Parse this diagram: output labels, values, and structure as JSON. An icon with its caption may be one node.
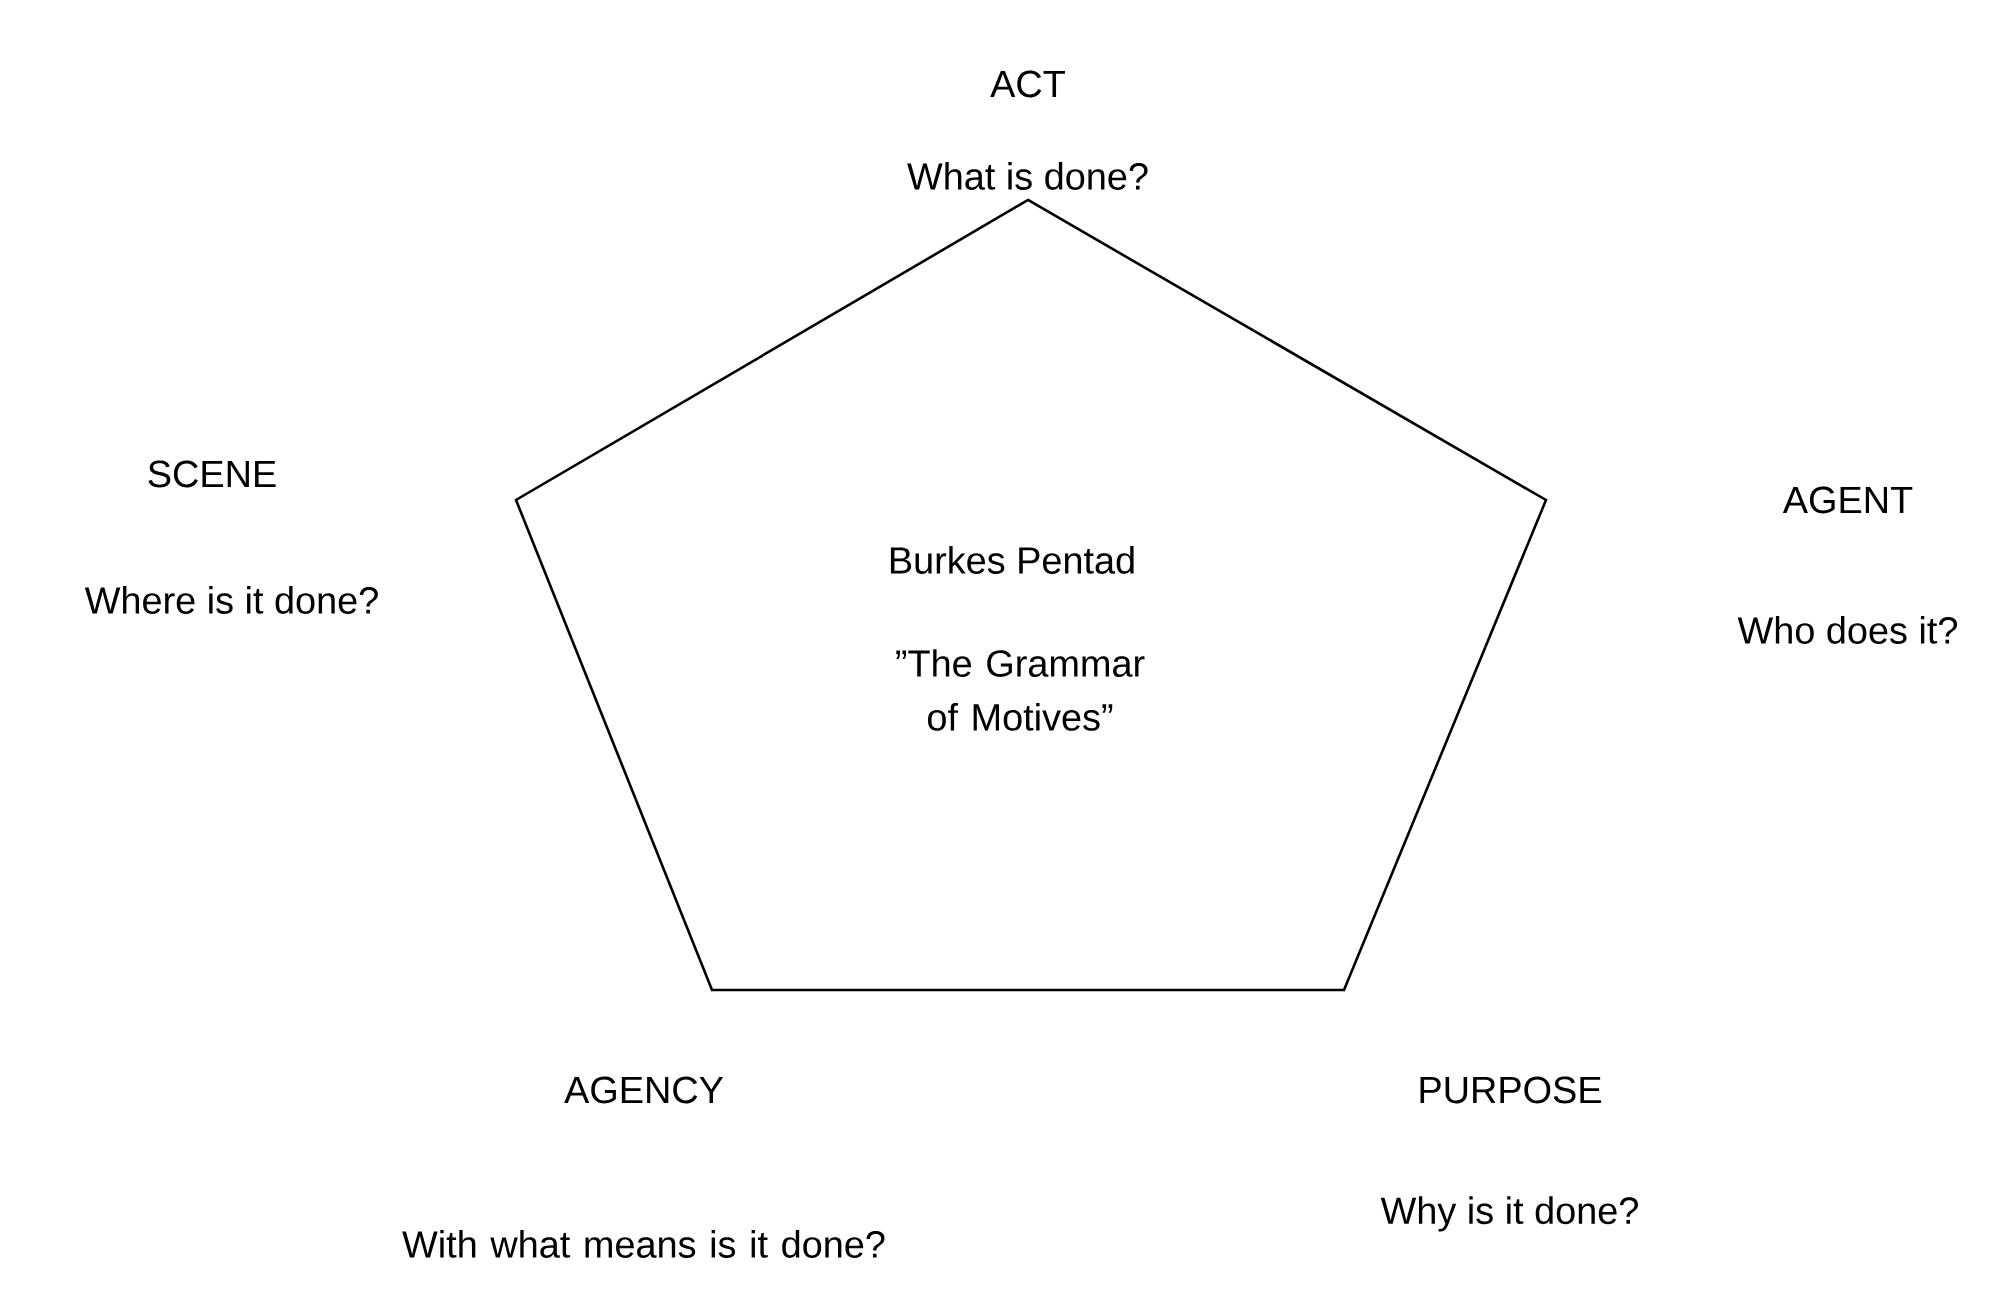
{
  "diagram": {
    "nodes": [
      {
        "text": [
          "Burkes Pentad",
          "”The Grammar of Motives”"
        ]
      }
    ],
    "edges": [],
    "labels": [
      "ACT",
      "What is done?",
      "SCENE",
      "Where is it done?",
      "AGENT",
      "Who does it?",
      "AGENCY",
      "With what means is it done?",
      "PURPOSE",
      "Why is it done?"
    ]
  }
}
